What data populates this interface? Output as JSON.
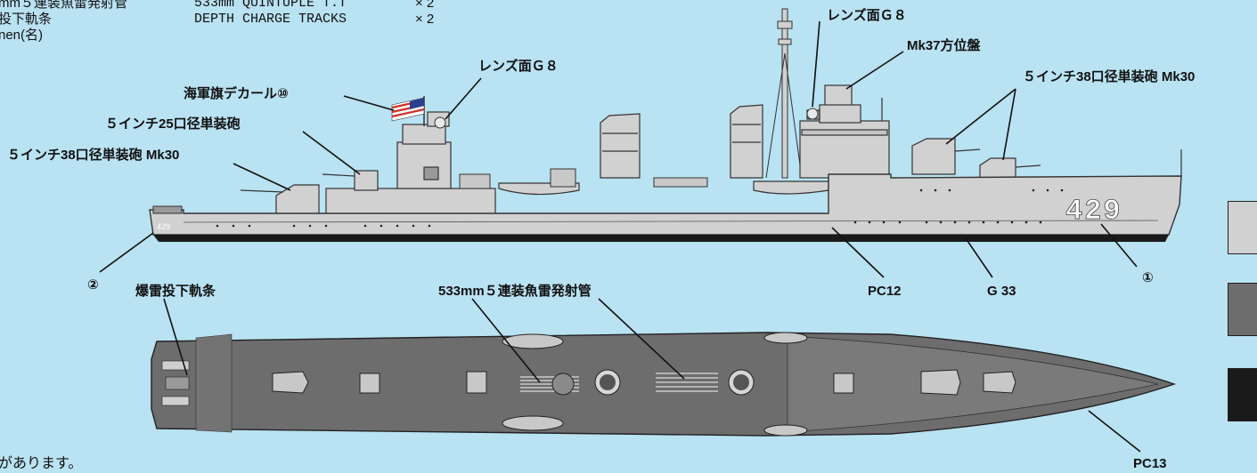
{
  "specs": {
    "left_lines": [
      "mm５連装魚雷発射管",
      "投下軌条",
      "nen(名)"
    ],
    "right_lines": [
      {
        "name": "533mm QUINTUPLE T.T",
        "qty": "× 2"
      },
      {
        "name": "DEPTH CHARGE TRACKS",
        "qty": "× 2"
      }
    ]
  },
  "labels": {
    "lens_top": "レンズ面Ｇ８",
    "mk37": "Mk37方位盤",
    "lens_mid": "レンズ面Ｇ８",
    "gun38_right": "５インチ38口径単装砲 Mk30",
    "flag_decal": "海軍旗デカール⑩",
    "gun25": "５インチ25口径単装砲",
    "gun38_left": "５インチ38口径単装砲 Mk30",
    "hull_number": "429",
    "bow_number_small": "429",
    "callout_2": "②",
    "callout_1": "①",
    "pc12": "PC12",
    "g33": "G 33",
    "depth_charge": "爆雷投下軌条",
    "torpedo": "533mm５連装魚雷発射管",
    "pc13": "PC13",
    "footer_note": "があります。"
  },
  "colors": {
    "background": "#b9e2f2",
    "hull_light": "#d1d1d1",
    "hull_dark": "#6d6d6d",
    "boot_black": "#1a1a1a"
  }
}
